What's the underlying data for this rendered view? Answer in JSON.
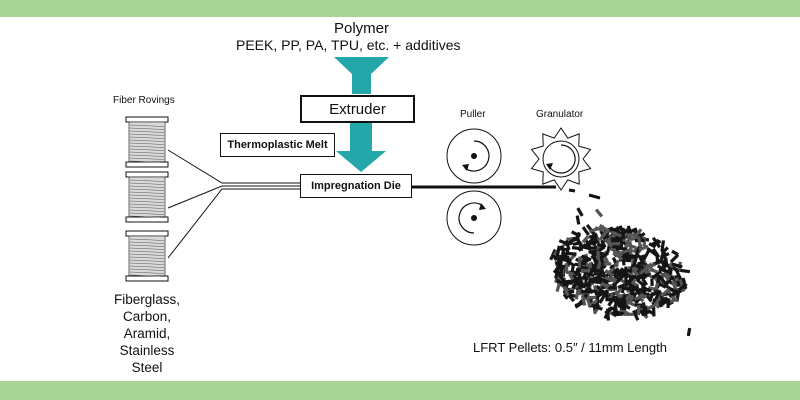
{
  "colors": {
    "band": "#a8d596",
    "hopper": "#24a7a9",
    "ink": "#111111"
  },
  "polymer": {
    "title": "Polymer",
    "materials": "PEEK, PP, PA, TPU, etc. + additives"
  },
  "extruder": "Extruder",
  "thermoplastic_melt": "Thermoplastic Melt",
  "impregnation_die": "Impregnation Die",
  "fiber_rovings": "Fiber Rovings",
  "fiber_types": [
    "Fiberglass,",
    "Carbon,",
    "Aramid,",
    "Stainless",
    "Steel"
  ],
  "puller": "Puller",
  "granulator": "Granulator",
  "pellets_label": "LFRT Pellets: 0.5″ / 11mm Length"
}
